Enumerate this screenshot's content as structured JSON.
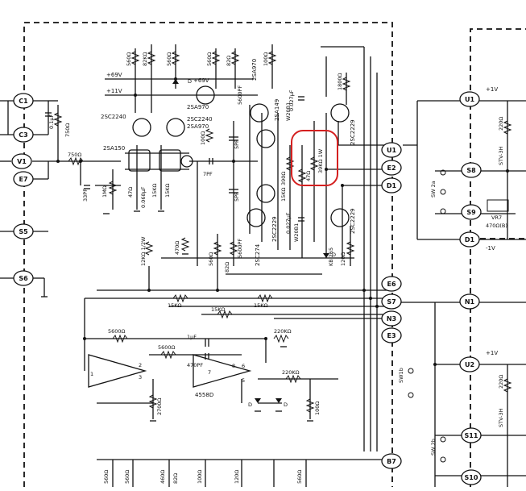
{
  "diagram": {
    "highlight_color": "#d42020",
    "terminals_left": [
      "C1",
      "C3",
      "V1",
      "E7",
      "S5",
      "S6"
    ],
    "terminals_mid": [
      "U1",
      "E2",
      "D1",
      "E6",
      "S7",
      "N3",
      "E3",
      "B7"
    ],
    "terminals_right": [
      "U1",
      "S8",
      "S9",
      "D1",
      "N1",
      "U2",
      "S11",
      "S10"
    ],
    "transistors": {
      "q1": "2SC2240",
      "q2": "2SC2240",
      "q3": "2SA970",
      "q4": "2SA970",
      "q5": "2SA970",
      "q6": "2SA149",
      "q7": "2SC2229",
      "q8": "2SC2229",
      "q9": "2SC2229",
      "q10": "2SC274",
      "q11": "2SA150"
    },
    "supply": {
      "v69a": "+69V",
      "v69b": "+69V",
      "v11": "+11V",
      "v1a": "+1V",
      "v1b": "-1V",
      "v1c": "+1V"
    },
    "ic": {
      "name": "4558D",
      "pin2": "2",
      "pin3": "3",
      "pin1": "1",
      "pin6": "6",
      "pin7": "7",
      "pin8": "8",
      "pin5": "5"
    },
    "resistors": {
      "r560a": "560Ω",
      "r82k": "82KΩ",
      "r560b": "560Ω",
      "r560c": "560Ω",
      "r82": "82Ω",
      "r100a": "100Ω",
      "r1800": "1800Ω",
      "r750a": "750Ω",
      "r750b": "750Ω",
      "r1m": "1MΩ",
      "r47": "47Ω",
      "r15ka": "15KΩ",
      "r15kb": "15KΩ",
      "r100b": "100Ω",
      "r390": "390Ω",
      "r39k": "39KΩ 1W",
      "r47a": "47Ω",
      "r12k": "12KΩ 1/2W",
      "r470": "470Ω",
      "r560d": "560Ω",
      "r82b": "82Ω",
      "r120": "120Ω",
      "r15kc": "15KΩ",
      "r15kd": "15KΩ",
      "r15ke": "15KΩ",
      "r5600a": "5600Ω",
      "r5600b": "5600Ω",
      "r2700": "2700Ω",
      "r220k": "220KΩ",
      "r220kb": "220KΩ",
      "r100c": "100Ω",
      "r220": "220Ω",
      "r220b": "220Ω",
      "vr7": "VR7",
      "vr7v": "470Ω(B)",
      "r560e": "560Ω",
      "r560f": "560Ω",
      "r460": "460Ω",
      "r82c": "82Ω",
      "r100d": "100Ω",
      "r120b": "120Ω",
      "r560g": "560Ω"
    },
    "capacitors": {
      "c01": "0.1μF",
      "c5600p": "5600PF",
      "c5pf": "5PF",
      "c0027": "0.027μF",
      "c7pf": "7PF",
      "c5pfb": "5PF",
      "c5600pb": "5600PF",
      "c0027b": "0.027μF",
      "c33pf": "33PF",
      "c1uf": "1μF",
      "c470pf": "470PF",
      "c0068": "0.068μF",
      "c15k": "15KΩ"
    },
    "parts": {
      "stv3h_a": "STV-3H",
      "stv3h_b": "STV-3H",
      "sw2a": "SW 2a",
      "sw2b": "SW 2b",
      "sw1b": "SW1b",
      "kb265": "KB 265",
      "w20b1": "W20B1",
      "w20b1b": "W20B1",
      "d": "D",
      "d2": "D",
      "d3": "D",
      "d4": "D"
    }
  }
}
